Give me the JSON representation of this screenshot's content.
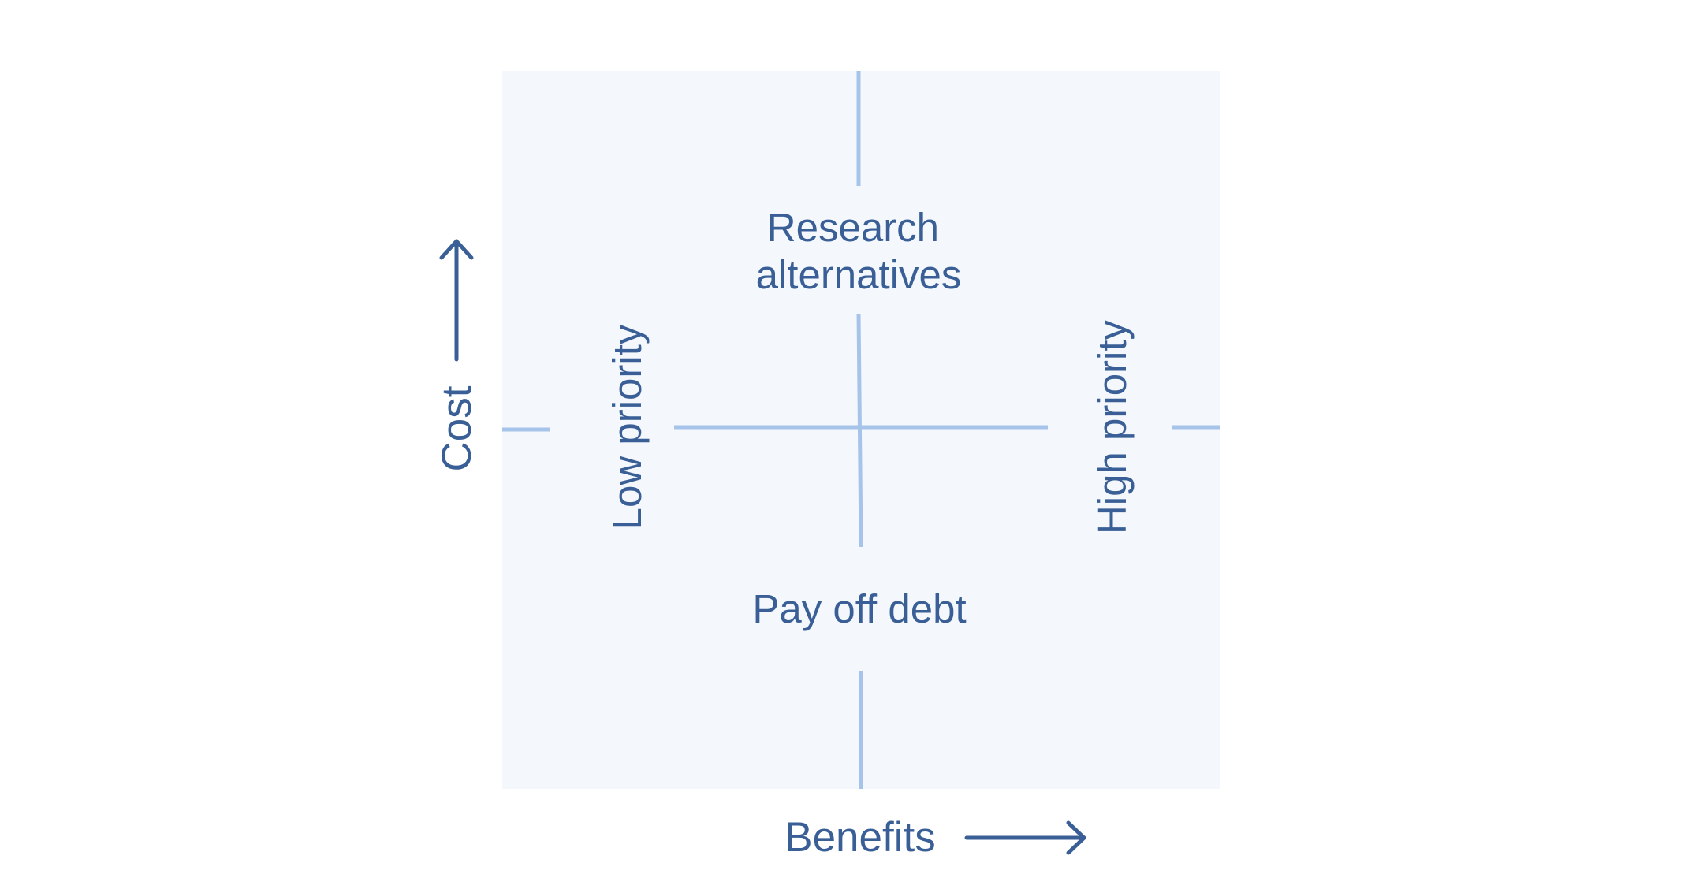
{
  "colors": {
    "background": "#ffffff",
    "quadrant_fill": "#f4f8fd",
    "divider": "#a6c4ea",
    "text": "#3a5f96"
  },
  "quadrant": {
    "top": "Research alternatives",
    "top_lines": [
      "Research",
      "alternatives"
    ],
    "bottom": "Pay off debt",
    "left": "Low priority",
    "right": "High priority"
  },
  "axes": {
    "x_label": "Benefits",
    "y_label": "Cost"
  },
  "icons": {
    "x_arrow": "arrow-right-icon",
    "y_arrow": "arrow-up-icon"
  }
}
